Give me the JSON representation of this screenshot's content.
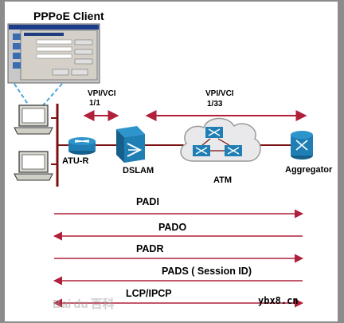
{
  "title": "PPPoE Client",
  "labels": {
    "vpi_vci_left": "VPI/VCI",
    "vpi_vci_left_value": "1/1",
    "vpi_vci_right": "VPI/VCI",
    "vpi_vci_right_value": "1/33",
    "atu_r": "ATU-R",
    "dslam": "DSLAM",
    "atm": "ATM",
    "aggregator": "Aggregator"
  },
  "messages": [
    "PADI",
    "PADO",
    "PADR",
    "PADS ( Session ID)",
    "LCP/IPCP"
  ],
  "watermark": "Bai du 百科",
  "site_mark": "ybx8.cn",
  "colors": {
    "arrow": "#b0203a",
    "device_blue": "#1f7fb5",
    "monitor": "#d8d8d0",
    "cloud": "#e9e9ec",
    "dashed": "#4aa9d6"
  },
  "icons": [
    "computer-icon",
    "modem-icon",
    "dslam-icon",
    "atm-switch-icon",
    "router-icon",
    "dialog-thumbnail"
  ]
}
